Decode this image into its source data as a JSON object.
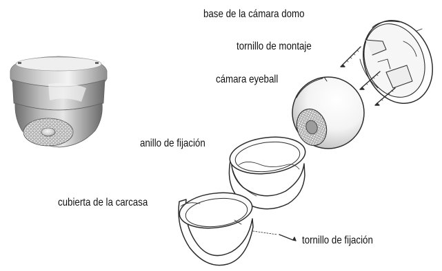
{
  "labels": {
    "dome_base": "base de la  cámara domo",
    "mounting_screw": "tornillo de montaje",
    "eyeball_camera": "cámara eyeball",
    "fixing_ring": "anillo de fijación",
    "housing_cover": "cubierta de la carcasa",
    "fixing_screw": "tornillo de fijación"
  }
}
